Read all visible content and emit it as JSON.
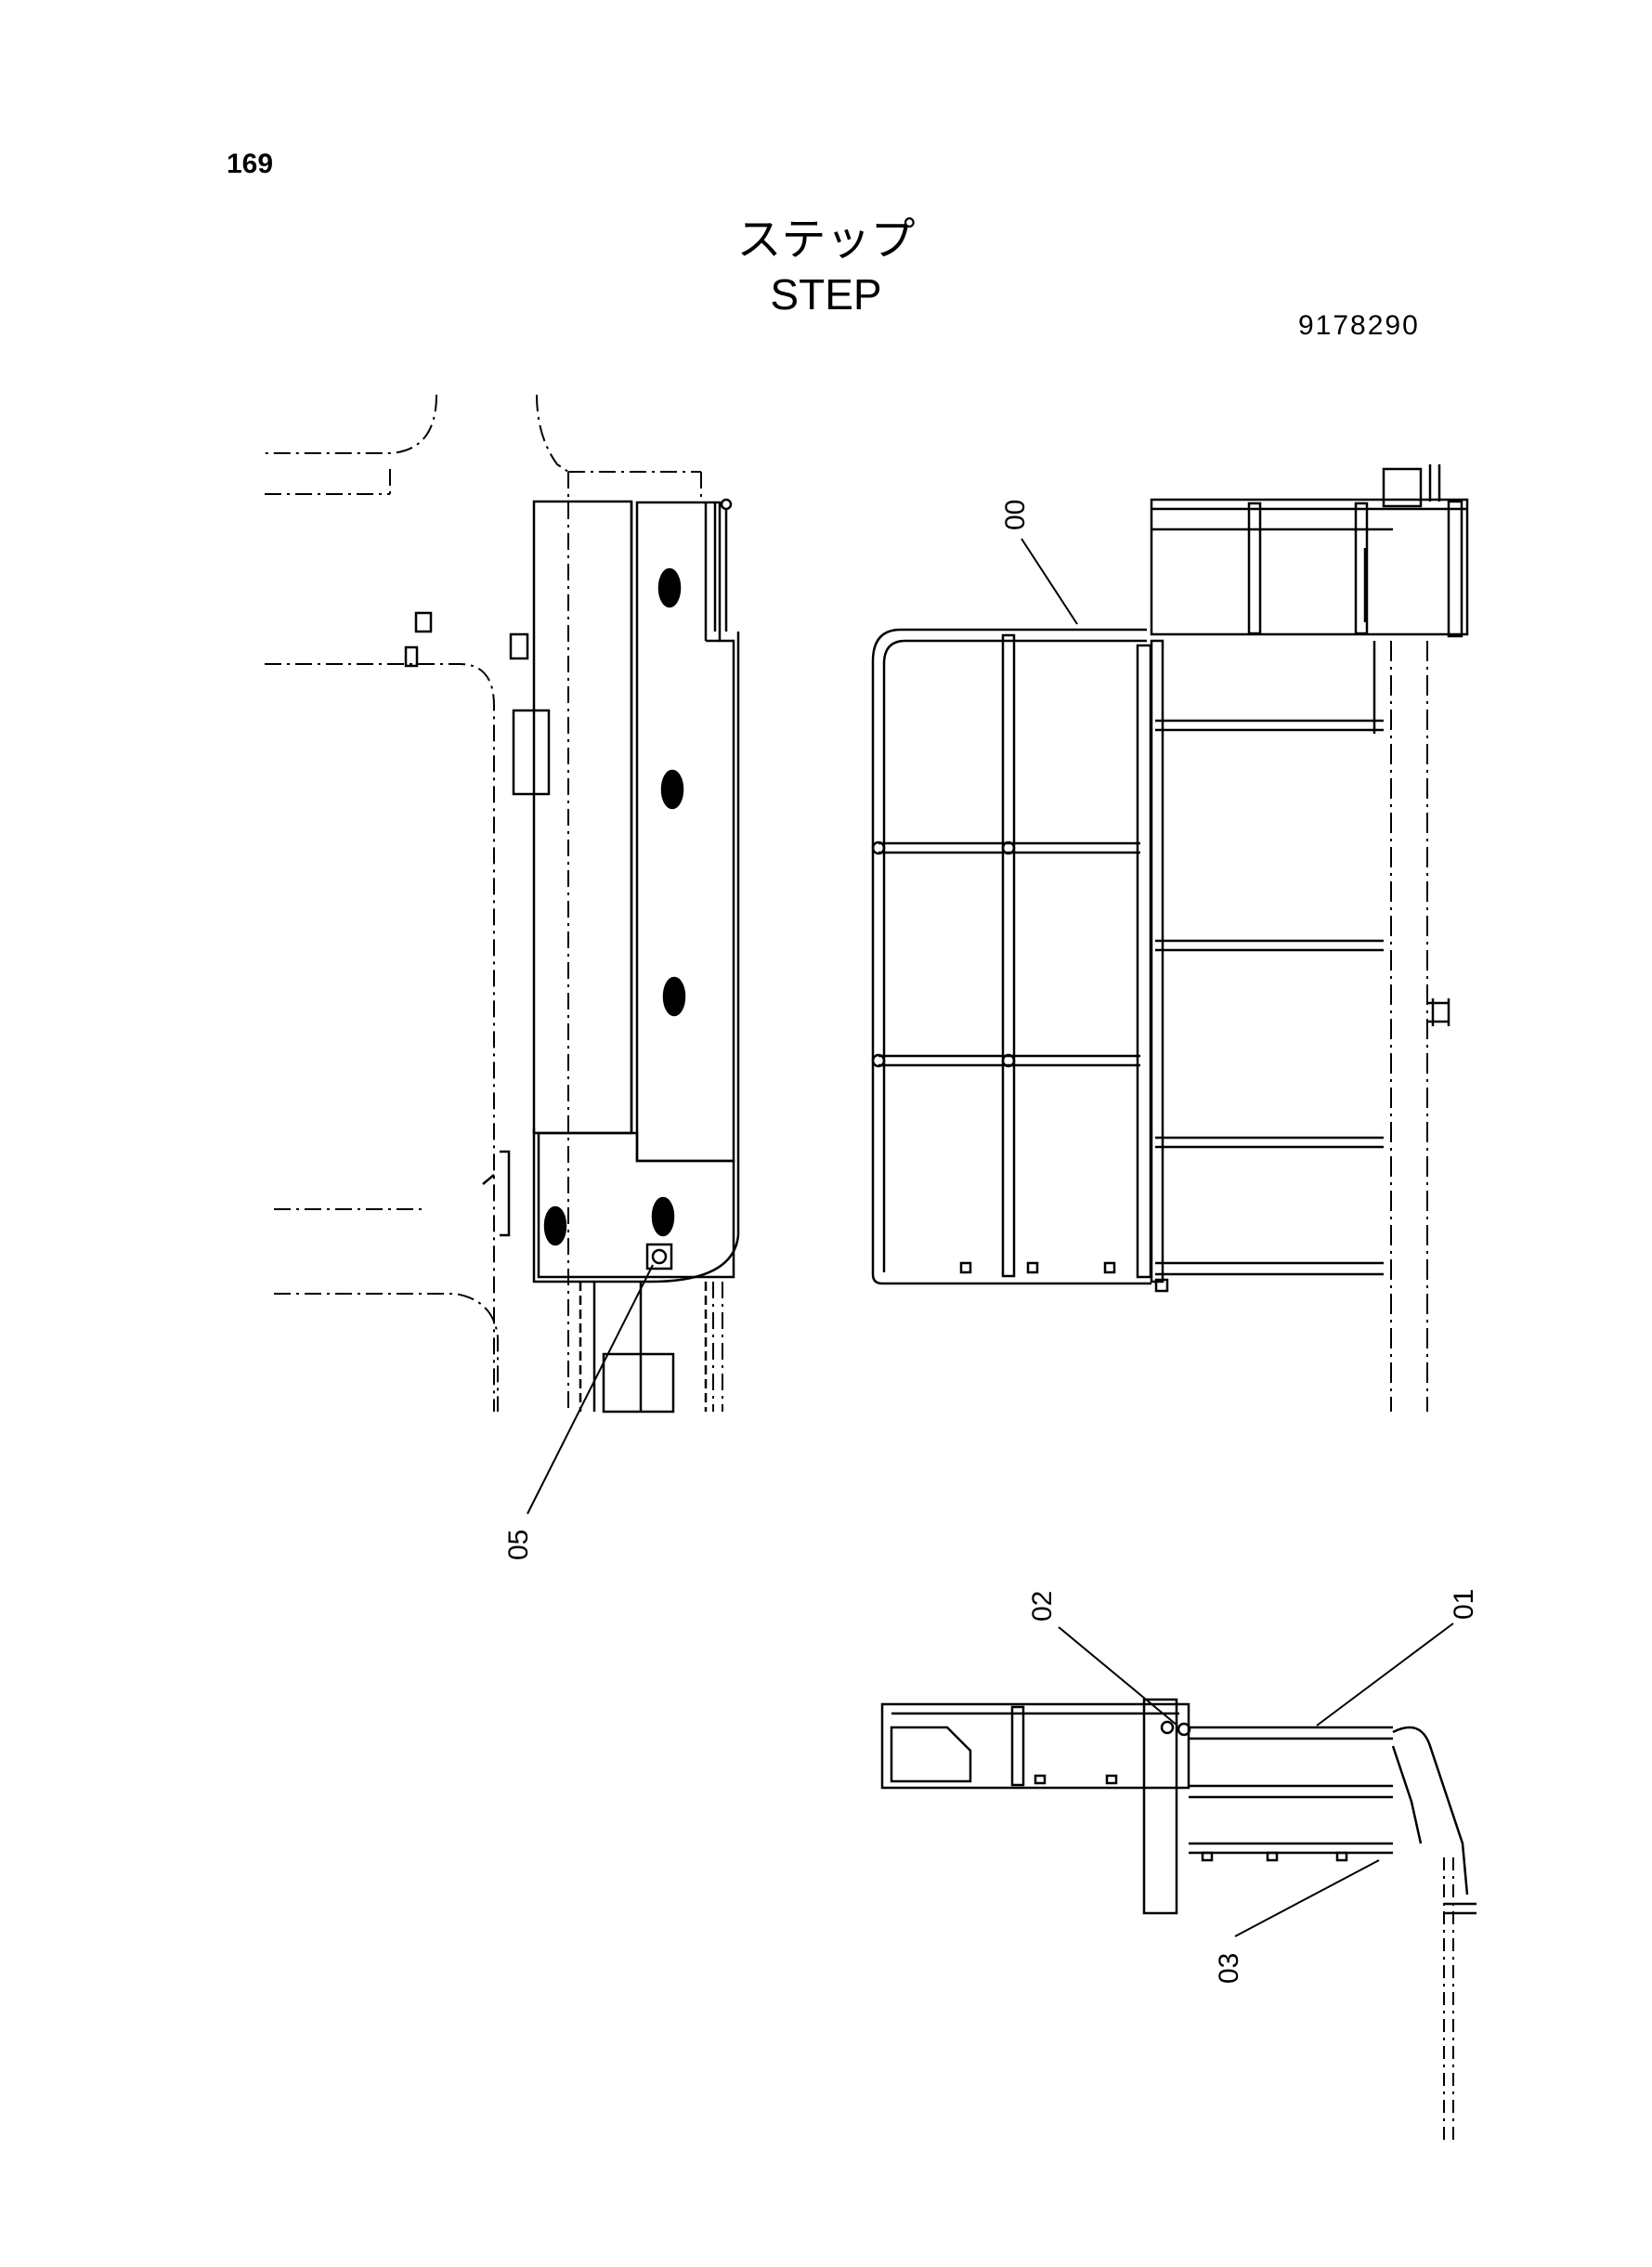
{
  "page": {
    "number": "169"
  },
  "title": {
    "ja": "ステップ",
    "en": "STEP"
  },
  "part_number": "9178290",
  "callouts": [
    {
      "id": "00",
      "label": "00"
    },
    {
      "id": "05",
      "label": "05"
    },
    {
      "id": "02",
      "label": "02"
    },
    {
      "id": "01",
      "label": "01"
    },
    {
      "id": "03",
      "label": "03"
    }
  ]
}
